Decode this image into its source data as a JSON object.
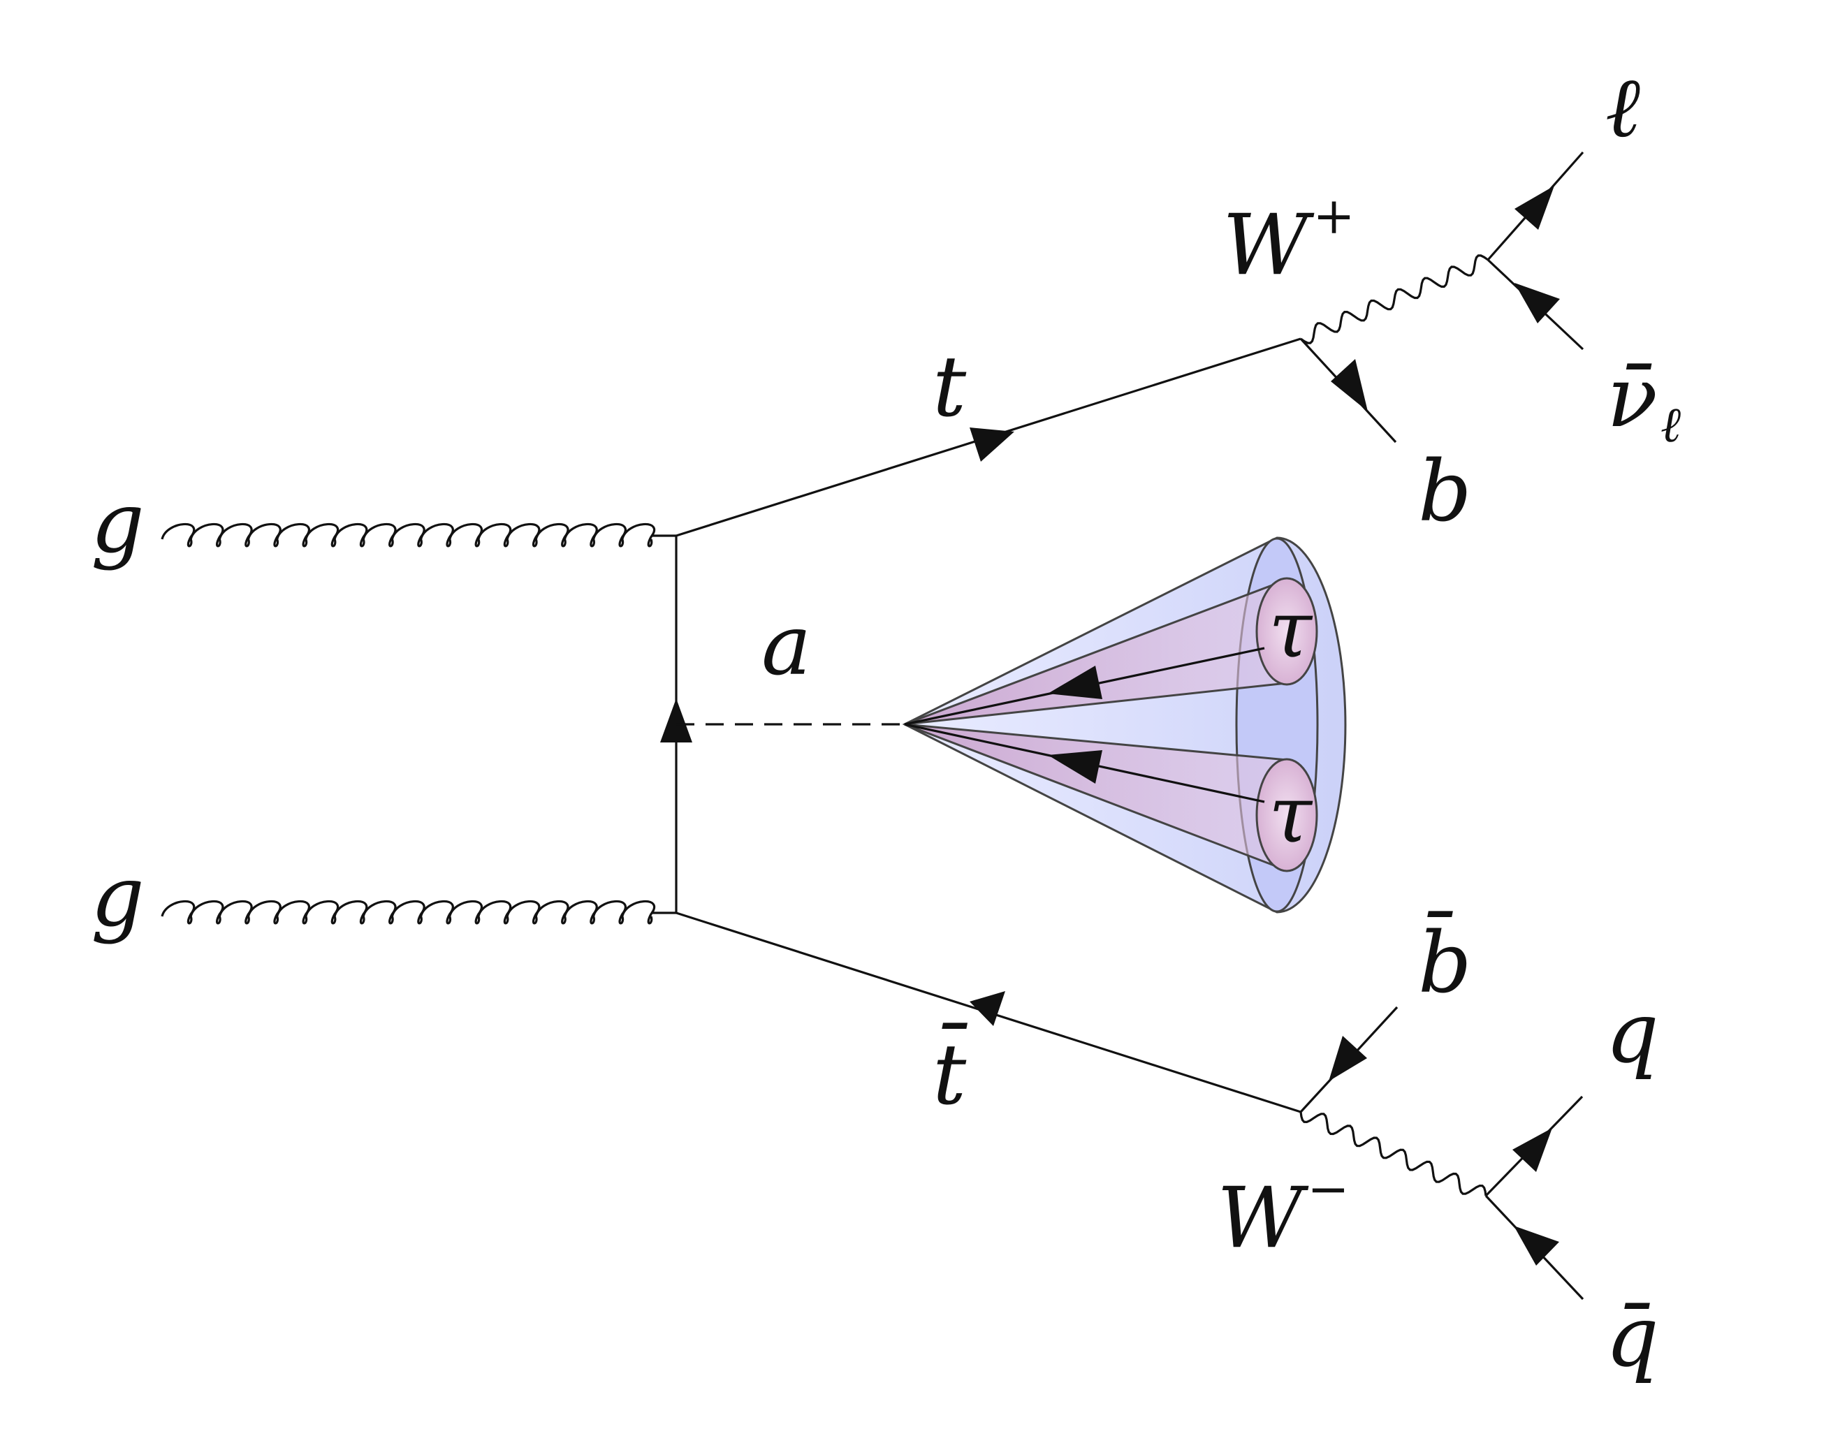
{
  "labels": {
    "g_top": "g",
    "g_bottom": "g",
    "t": "t",
    "t_bar": "t̄",
    "a": "a",
    "b": "b",
    "b_bar": "b̄",
    "W_plus": "W",
    "W_plus_sup": "+",
    "W_minus": "W",
    "W_minus_sup": "−",
    "lepton": "ℓ",
    "nu_bar": "ν̄",
    "nu_sub": "ℓ",
    "q": "q",
    "q_bar": "q̄",
    "tau_1": "τ",
    "tau_2": "τ"
  },
  "colors": {
    "line": "#111111",
    "cone_fill": "#c7cdf5",
    "tau_fill": "#e2c2dc",
    "outline": "#444444"
  }
}
